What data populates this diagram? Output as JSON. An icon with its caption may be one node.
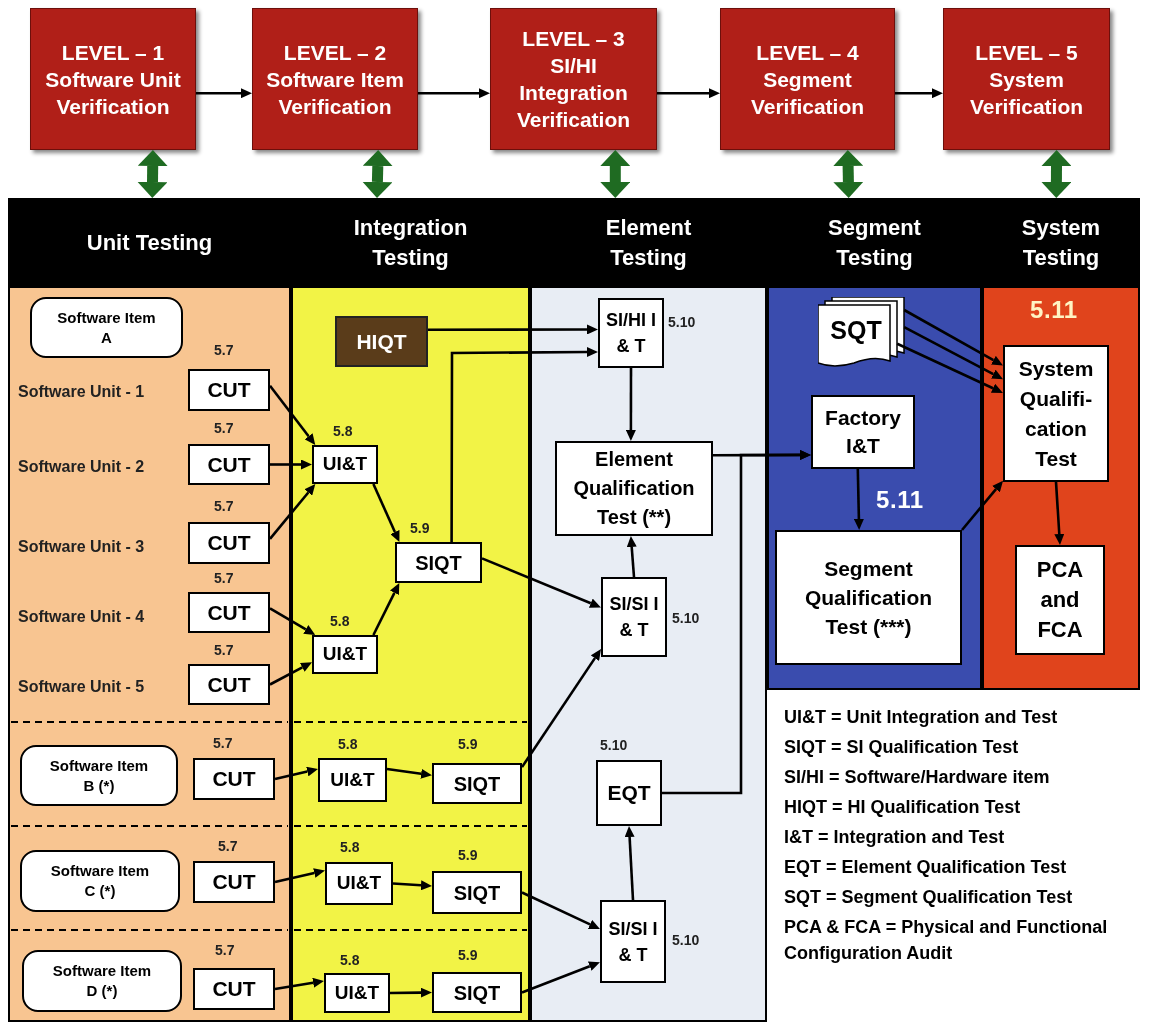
{
  "diagram": {
    "nodes": [
      {
        "text": [
          "LEVEL – 1",
          "Software Unit Verification"
        ]
      },
      {
        "text": [
          "LEVEL – 2",
          "Software Item Verification"
        ]
      },
      {
        "text": [
          "LEVEL – 3",
          "SI/HI Integration Verification"
        ]
      },
      {
        "text": [
          "LEVEL – 4",
          "Segment Verification"
        ]
      },
      {
        "text": [
          "LEVEL – 5",
          "System Verification"
        ]
      },
      {
        "text": [
          "Unit Testing"
        ]
      },
      {
        "text": [
          "Integration Testing"
        ]
      },
      {
        "text": [
          "Element Testing"
        ]
      },
      {
        "text": [
          "Segment Testing"
        ]
      },
      {
        "text": [
          "System Testing"
        ]
      },
      {
        "text": [
          "Software Item A"
        ],
        "in": 5
      },
      {
        "text": [
          "CUT"
        ],
        "in": 5,
        "beside": [
          "5.7",
          "Software Unit - 1"
        ]
      },
      {
        "text": [
          "CUT"
        ],
        "in": 5,
        "beside": [
          "5.7",
          "Software Unit - 2"
        ]
      },
      {
        "text": [
          "CUT"
        ],
        "in": 5,
        "beside": [
          "5.7",
          "Software Unit - 3"
        ]
      },
      {
        "text": [
          "CUT"
        ],
        "in": 5,
        "beside": [
          "5.7",
          "Software Unit - 4"
        ]
      },
      {
        "text": [
          "CUT"
        ],
        "in": 5,
        "beside": [
          "5.7",
          "Software Unit - 5"
        ]
      },
      {
        "text": [
          "Software Item B (*)"
        ],
        "in": 5
      },
      {
        "text": [
          "CUT"
        ],
        "in": 5,
        "beside": [
          "5.7"
        ]
      },
      {
        "text": [
          "Software Item C (*)"
        ],
        "in": 5
      },
      {
        "text": [
          "CUT"
        ],
        "in": 5,
        "beside": [
          "5.7"
        ]
      },
      {
        "text": [
          "Software Item D (*)"
        ],
        "in": 5
      },
      {
        "text": [
          "CUT"
        ],
        "in": 5,
        "beside": [
          "5.7"
        ]
      },
      {
        "text": [
          "HIQT"
        ],
        "in": 6
      },
      {
        "text": [
          "UI&T"
        ],
        "in": 6,
        "beside": [
          "5.8"
        ]
      },
      {
        "text": [
          "UI&T"
        ],
        "in": 6,
        "beside": [
          "5.8"
        ]
      },
      {
        "text": [
          "SIQT"
        ],
        "in": 6,
        "beside": [
          "5.9"
        ]
      },
      {
        "text": [
          "UI&T"
        ],
        "in": 6,
        "beside": [
          "5.8"
        ]
      },
      {
        "text": [
          "SIQT"
        ],
        "in": 6,
        "beside": [
          "5.9"
        ]
      },
      {
        "text": [
          "UI&T"
        ],
        "in": 6,
        "beside": [
          "5.8"
        ]
      },
      {
        "text": [
          "SIQT"
        ],
        "in": 6,
        "beside": [
          "5.9"
        ]
      },
      {
        "text": [
          "UI&T"
        ],
        "in": 6,
        "beside": [
          "5.8"
        ]
      },
      {
        "text": [
          "SIQT"
        ],
        "in": 6,
        "beside": [
          "5.9"
        ]
      },
      {
        "text": [
          "SI/HI I & T"
        ],
        "in": 7,
        "beside": [
          "5.10"
        ]
      },
      {
        "text": [
          "Element Qualification Test (**)"
        ],
        "in": 7
      },
      {
        "text": [
          "SI/SI I & T"
        ],
        "in": 7,
        "beside": [
          "5.10"
        ]
      },
      {
        "text": [
          "EQT"
        ],
        "in": 7,
        "beside": [
          "5.10"
        ]
      },
      {
        "text": [
          "SI/SI I & T"
        ],
        "in": 7,
        "beside": [
          "5.10"
        ]
      },
      {
        "text": [
          "SQT"
        ],
        "in": 8
      },
      {
        "text": [
          "Factory I&T"
        ],
        "in": 8,
        "beside": [
          "5.11"
        ]
      },
      {
        "text": [
          "Segment Qualification Test (***)"
        ],
        "in": 8
      },
      {
        "text": [
          "System Qualifi-cation Test"
        ],
        "in": 9,
        "beside": [
          "5.11"
        ]
      },
      {
        "text": [
          "PCA and FCA"
        ],
        "in": 9
      }
    ],
    "edges": [
      {
        "from": 0,
        "to": 1,
        "arrow": "to"
      },
      {
        "from": 1,
        "to": 2,
        "arrow": "to"
      },
      {
        "from": 2,
        "to": 3,
        "arrow": "to"
      },
      {
        "from": 3,
        "to": 4,
        "arrow": "to"
      },
      {
        "from": 0,
        "to": 5,
        "arrow": "both",
        "style": "thick",
        "color": "#1f6b22"
      },
      {
        "from": 1,
        "to": 6,
        "arrow": "both",
        "style": "thick",
        "color": "#1f6b22"
      },
      {
        "from": 2,
        "to": 7,
        "arrow": "both",
        "style": "thick",
        "color": "#1f6b22"
      },
      {
        "from": 3,
        "to": 8,
        "arrow": "both",
        "style": "thick",
        "color": "#1f6b22"
      },
      {
        "from": 4,
        "to": 9,
        "arrow": "both",
        "style": "thick",
        "color": "#1f6b22"
      },
      {
        "from": 11,
        "to": 23,
        "arrow": "to"
      },
      {
        "from": 12,
        "to": 23,
        "arrow": "to"
      },
      {
        "from": 13,
        "to": 23,
        "arrow": "to"
      },
      {
        "from": 14,
        "to": 24,
        "arrow": "to"
      },
      {
        "from": 15,
        "to": 24,
        "arrow": "to"
      },
      {
        "from": 23,
        "to": 25,
        "arrow": "to"
      },
      {
        "from": 24,
        "to": 25,
        "arrow": "to"
      },
      {
        "from": 22,
        "to": 32,
        "arrow": "to"
      },
      {
        "from": 25,
        "to": 32,
        "arrow": "to"
      },
      {
        "from": 25,
        "to": 34,
        "arrow": "to"
      },
      {
        "from": 17,
        "to": 26,
        "arrow": "to"
      },
      {
        "from": 26,
        "to": 27,
        "arrow": "to"
      },
      {
        "from": 27,
        "to": 34,
        "arrow": "to"
      },
      {
        "from": 19,
        "to": 28,
        "arrow": "to"
      },
      {
        "from": 28,
        "to": 29,
        "arrow": "to"
      },
      {
        "from": 29,
        "to": 36,
        "arrow": "to"
      },
      {
        "from": 21,
        "to": 30,
        "arrow": "to"
      },
      {
        "from": 30,
        "to": 31,
        "arrow": "to"
      },
      {
        "from": 31,
        "to": 36,
        "arrow": "to"
      },
      {
        "from": 32,
        "to": 33,
        "arrow": "to"
      },
      {
        "from": 34,
        "to": 33,
        "arrow": "to"
      },
      {
        "from": 36,
        "to": 35,
        "arrow": "to"
      },
      {
        "from": 33,
        "to": 38,
        "arrow": "to"
      },
      {
        "from": 35,
        "to": 38,
        "arrow": "to"
      },
      {
        "from": 37,
        "to": 40,
        "arrow": "to"
      },
      {
        "from": 37,
        "to": 40,
        "arrow": "to"
      },
      {
        "from": 37,
        "to": 40,
        "arrow": "to"
      },
      {
        "from": 38,
        "to": 39,
        "arrow": "to"
      },
      {
        "from": 39,
        "to": 40,
        "arrow": "to"
      },
      {
        "from": 40,
        "to": 41,
        "arrow": "to"
      }
    ],
    "labels": [
      "UI&T = Unit Integration and Test",
      "SIQT = SI Qualification Test",
      "SI/HI = Software/Hardware item",
      "HIQT = HI Qualification Test",
      "I&T = Integration and Test",
      "EQT = Element Qualification Test",
      "SQT = Segment Qualification Test",
      "PCA & FCA = Physical and Functional Configuration Audit"
    ]
  }
}
